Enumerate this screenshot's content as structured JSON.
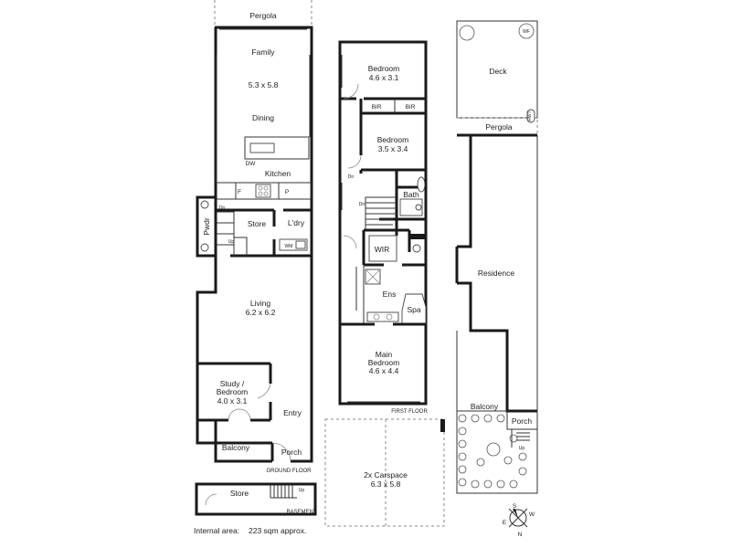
{
  "ground_floor": {
    "pergola": "Pergola",
    "family": "Family",
    "family_size": "5.3 x 5.8",
    "dining": "Dining",
    "dw": "DW",
    "kitchen": "Kitchen",
    "fridge": "F",
    "pantry": "P",
    "dn": "Dn",
    "store": "Store",
    "laundry": "L'dry",
    "up": "Up",
    "wm": "WM",
    "powder": "Pwdr",
    "living": "Living",
    "living_size": "6.2 x 6.2",
    "study": "Study /",
    "study_line2": "Bedroom",
    "study_size": "4.0 x 3.1",
    "entry": "Entry",
    "balcony": "Balcony",
    "porch": "Porch",
    "caption": "GROUND FLOOR"
  },
  "basement": {
    "store": "Store",
    "up": "Up",
    "caption": "BASEMENT"
  },
  "first_floor": {
    "bedroom1": "Bedroom",
    "bedroom1_size": "4.6 x 3.1",
    "bir1": "BIR",
    "bir2": "BIR",
    "bedroom2": "Bedroom",
    "bedroom2_size": "3.5 x 3.4",
    "dn1": "Dn",
    "dn2": "Dn",
    "bath": "Bath",
    "wir": "WIR",
    "ens": "Ens",
    "spa": "Spa",
    "main_bedroom": "Main",
    "main_bedroom_line2": "Bedroom",
    "main_bedroom_size": "4.6 x 4.4",
    "caption": "FIRST FLOOR"
  },
  "carspace": {
    "label": "2x Carspace",
    "size": "6.3 x 5.8"
  },
  "site": {
    "wf": "WF",
    "deck": "Deck",
    "pergola": "Pergola",
    "rwt": "RWT",
    "residence": "Residence",
    "balcony": "Balcony",
    "porch": "Porch",
    "up": "Up"
  },
  "compass": {
    "n": "N",
    "s": "S",
    "e": "E",
    "w": "W"
  },
  "footer": {
    "label": "Internal area:",
    "value": "223 sqm approx."
  }
}
